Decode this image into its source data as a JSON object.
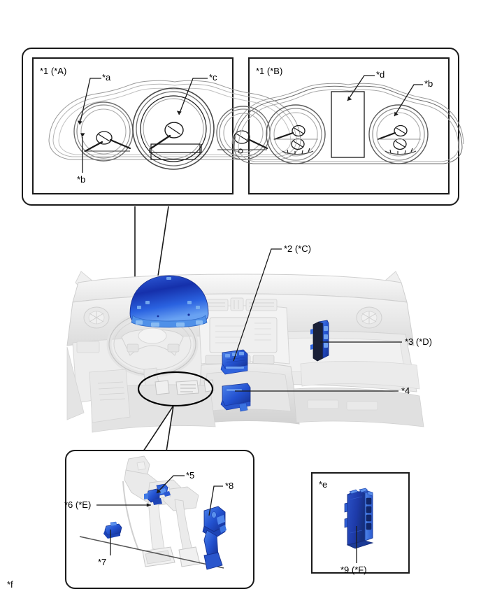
{
  "diagram": {
    "title": "Vehicle Component Location Diagram",
    "type": "automotive-component-location"
  },
  "panels": {
    "cluster_group": {
      "name": "instrument-cluster-variants",
      "sub_panels": [
        {
          "id": "cluster-a",
          "label": "*1 (*A)",
          "callouts": [
            {
              "id": "a",
              "label": "*a"
            },
            {
              "id": "b",
              "label": "*b"
            },
            {
              "id": "c",
              "label": "*c"
            }
          ]
        },
        {
          "id": "cluster-b",
          "label": "*1 (*B)",
          "callouts": [
            {
              "id": "d",
              "label": "*d"
            },
            {
              "id": "b",
              "label": "*b"
            }
          ]
        }
      ]
    },
    "dashboard": {
      "name": "dashboard-interior-view",
      "callouts": [
        {
          "id": "2",
          "label": "*2 (*C)"
        },
        {
          "id": "3",
          "label": "*3 (*D)"
        },
        {
          "id": "4",
          "label": "*4"
        }
      ]
    },
    "pedal": {
      "name": "pedal-assembly-detail",
      "callouts": [
        {
          "id": "5",
          "label": "*5"
        },
        {
          "id": "6",
          "label": "*6 (*E)"
        },
        {
          "id": "7",
          "label": "*7"
        },
        {
          "id": "8",
          "label": "*8"
        }
      ]
    },
    "ecu": {
      "name": "ecu-module-detail",
      "label": "*e",
      "callouts": [
        {
          "id": "9",
          "label": "*9 (*F)"
        }
      ]
    },
    "footnote": {
      "label": "*f"
    }
  },
  "colors": {
    "highlight_blue_dark": "#1431a8",
    "highlight_blue_mid": "#2a56d6",
    "highlight_blue_light": "#5a8ef0",
    "outline": "#1a1a1a",
    "body_gray_light": "#f2f2f2",
    "body_gray_mid": "#e2e2e2",
    "body_gray_dark": "#c9c9c9"
  }
}
